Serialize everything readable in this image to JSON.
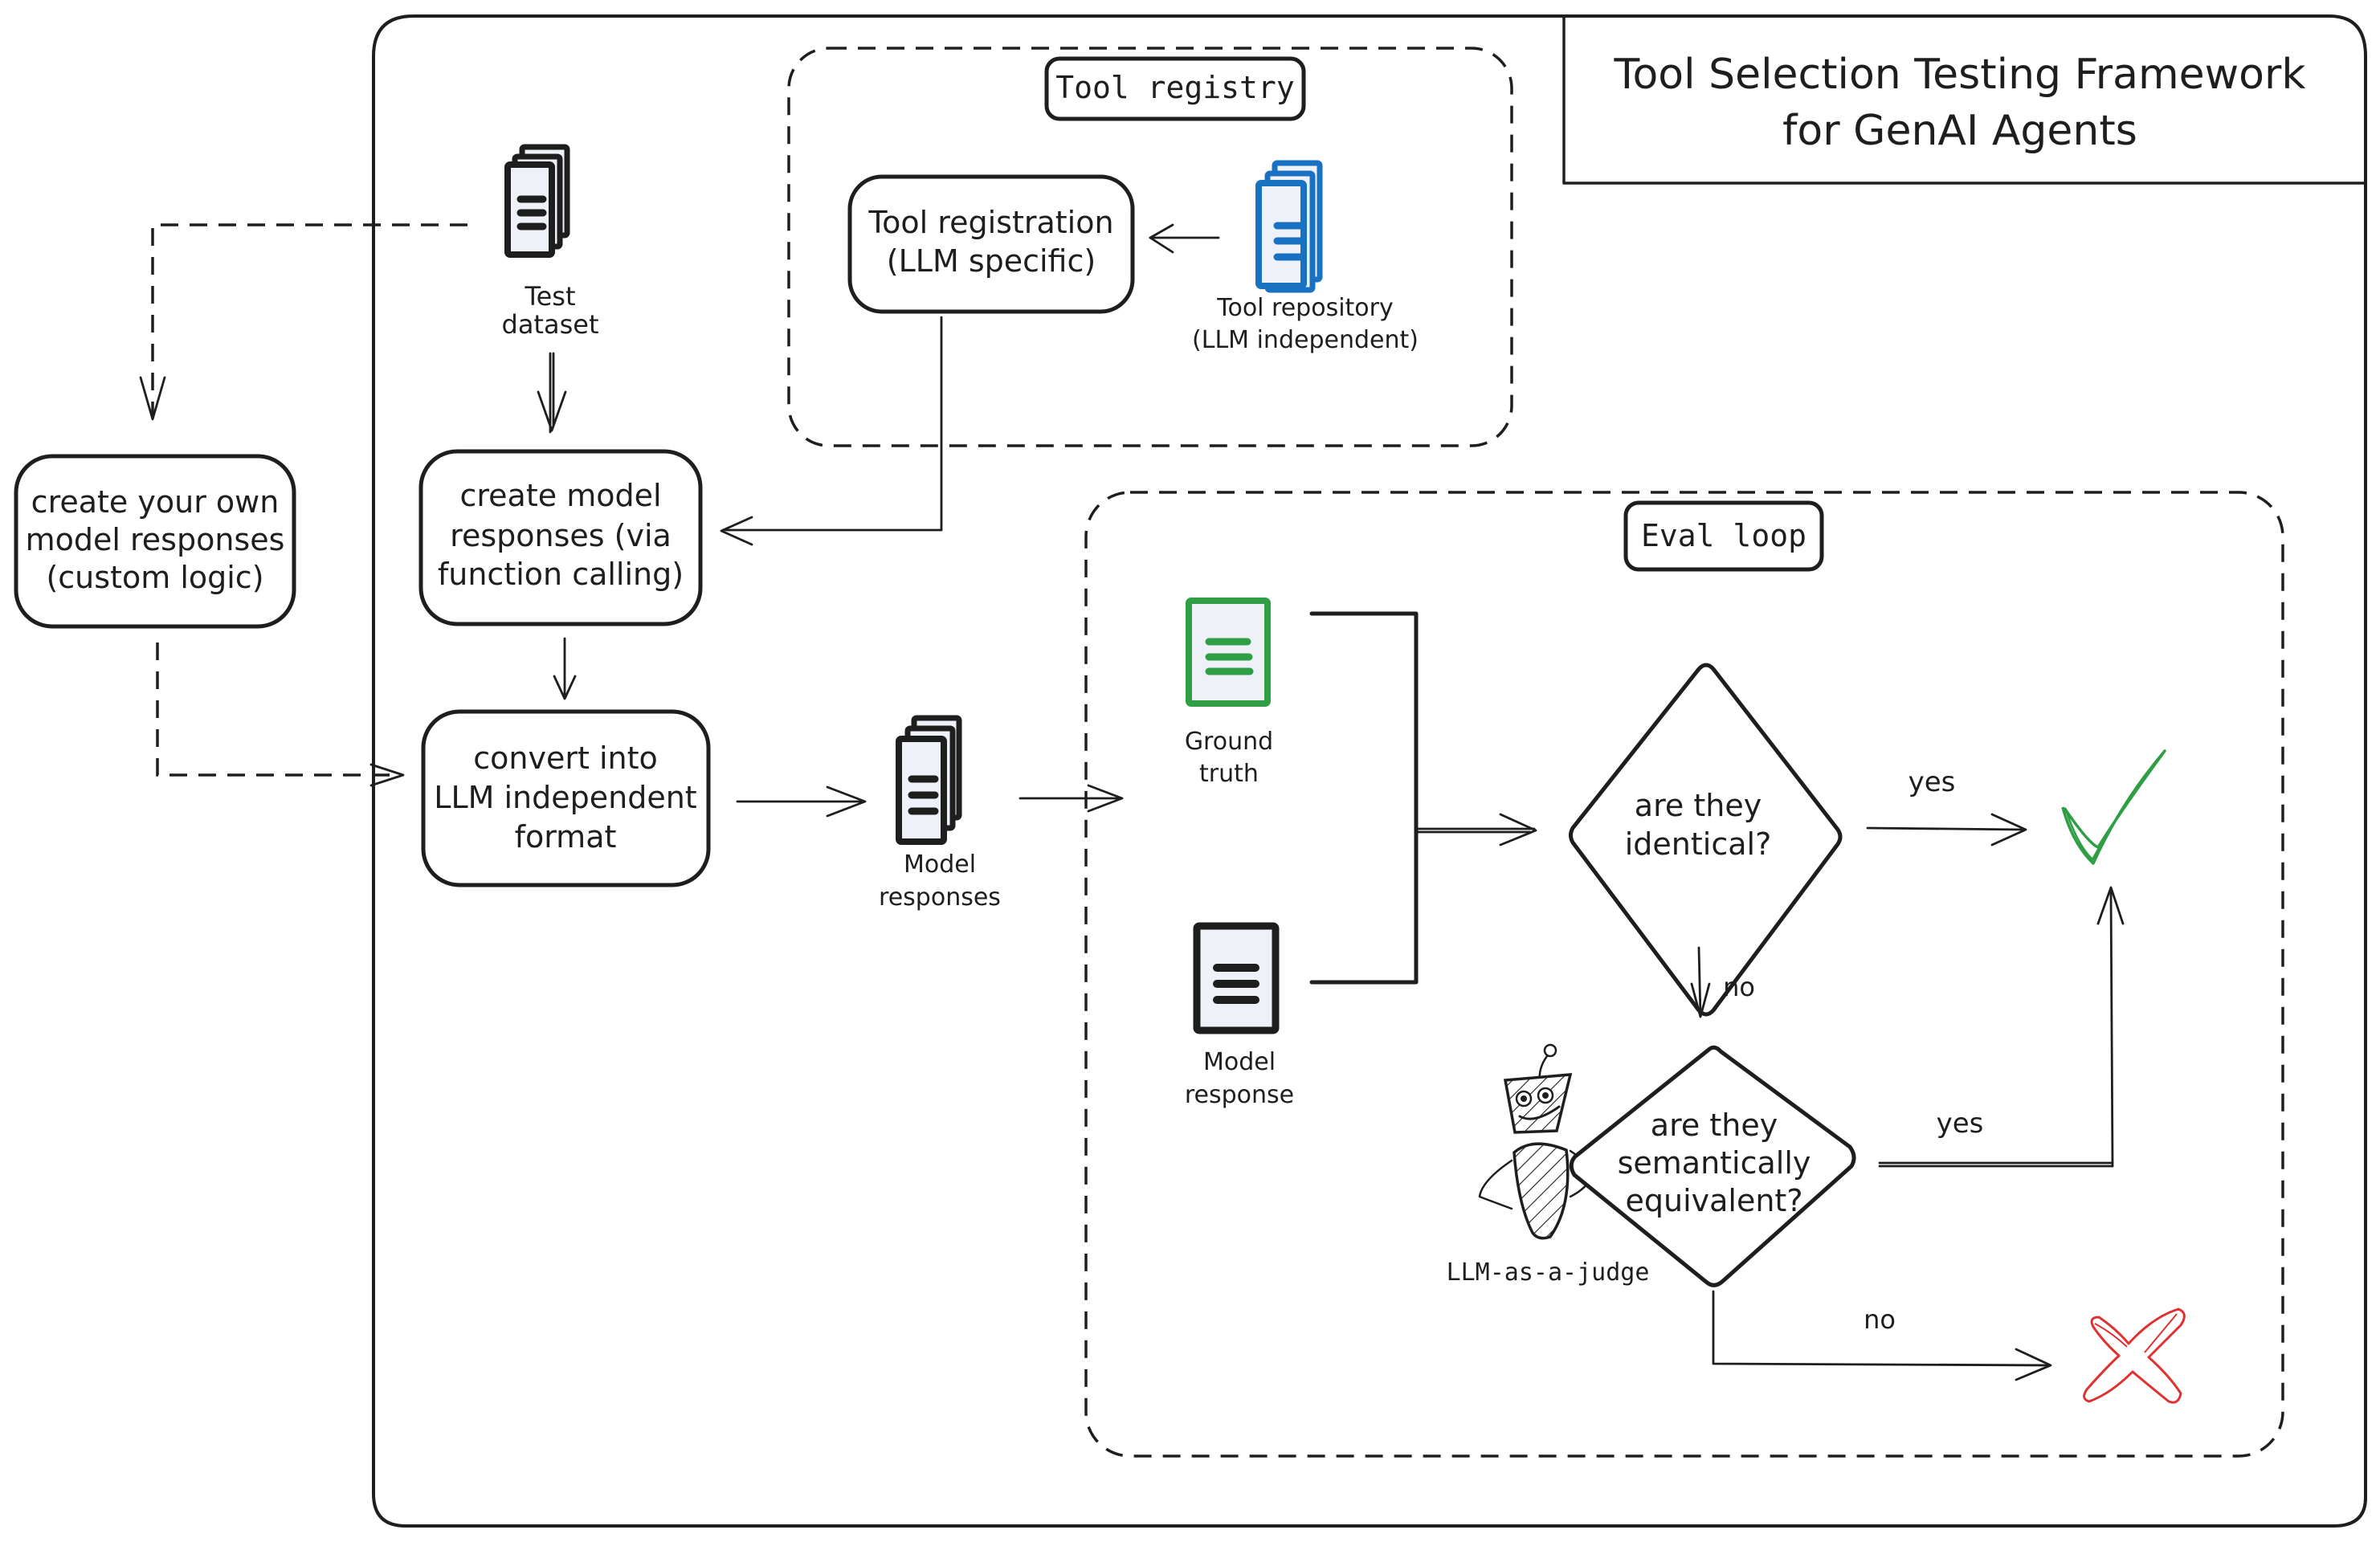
{
  "title": {
    "line1": "Tool Selection Testing Framework",
    "line2": "for GenAI Agents"
  },
  "colors": {
    "ink": "#1e1e1e",
    "doc_fill": "#eef1f8",
    "tool_repo": "#1971c2",
    "ground_truth": "#2f9e44",
    "success": "#2f9e44",
    "failure": "#e03131"
  },
  "groups": {
    "tool_registry": {
      "label": "Tool registry"
    },
    "eval_loop": {
      "label": "Eval loop"
    }
  },
  "nodes": {
    "test_dataset": {
      "icon": "document-stack-icon",
      "label": [
        "Test",
        "dataset"
      ]
    },
    "tool_registration": {
      "label": [
        "Tool registration",
        "(LLM specific)"
      ]
    },
    "tool_repository": {
      "icon": "document-stack-icon",
      "label": [
        "Tool repository",
        "(LLM independent)"
      ]
    },
    "custom_responses": {
      "label": [
        "create your own",
        "model responses",
        "(custom logic)"
      ]
    },
    "create_model_responses": {
      "label": [
        "create model",
        "responses (via",
        "function calling)"
      ]
    },
    "convert_format": {
      "label": [
        "convert into",
        "LLM independent",
        "format"
      ]
    },
    "model_responses": {
      "icon": "document-stack-icon",
      "label": [
        "Model",
        "responses"
      ]
    },
    "ground_truth": {
      "icon": "document-icon",
      "label": [
        "Ground",
        "truth"
      ]
    },
    "model_response": {
      "icon": "document-icon",
      "label": [
        "Model",
        "response"
      ]
    },
    "decision_identical": {
      "label": [
        "are they",
        "identical?"
      ]
    },
    "decision_semantic": {
      "label": [
        "are they",
        "semantically",
        "equivalent?"
      ]
    },
    "llm_judge": {
      "icon": "robot-icon",
      "label": "LLM-as-a-judge"
    },
    "pass": {
      "icon": "checkmark-icon"
    },
    "fail": {
      "icon": "cross-icon"
    }
  },
  "edges": {
    "identical_yes": "yes",
    "identical_no": "no",
    "semantic_yes": "yes",
    "semantic_no": "no"
  }
}
